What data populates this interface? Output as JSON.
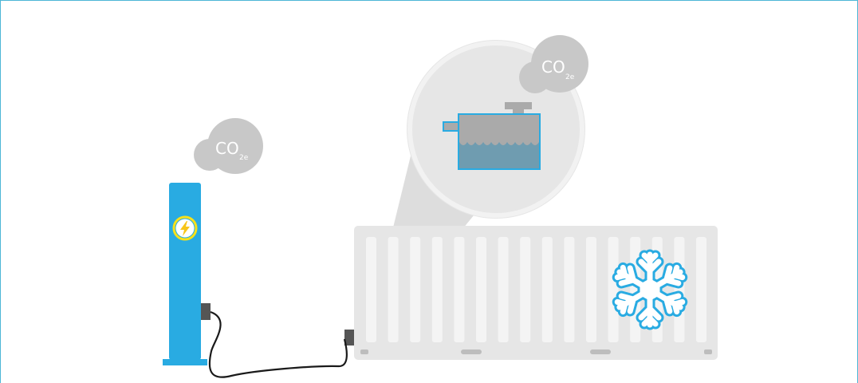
{
  "clouds": {
    "charger_cloud": {
      "main": "CO",
      "sub": "2e"
    },
    "zoom_cloud": {
      "main": "CO",
      "sub": "2e"
    }
  },
  "icons": {
    "charger": "lightning-bolt-icon",
    "container": "snowflake-icon",
    "zoom": "fuel-tank-icon"
  },
  "colors": {
    "frame": "#4db6d6",
    "charger": "#29abe2",
    "bolt_ring": "#f7e11a",
    "container": "#e6e6e6",
    "container_slot": "#f4f4f4",
    "cloud": "#c8c8c8",
    "snowflake": "#29abe2",
    "tank_liquid": "#6f9cb0",
    "cable": "#1a1a1a"
  }
}
